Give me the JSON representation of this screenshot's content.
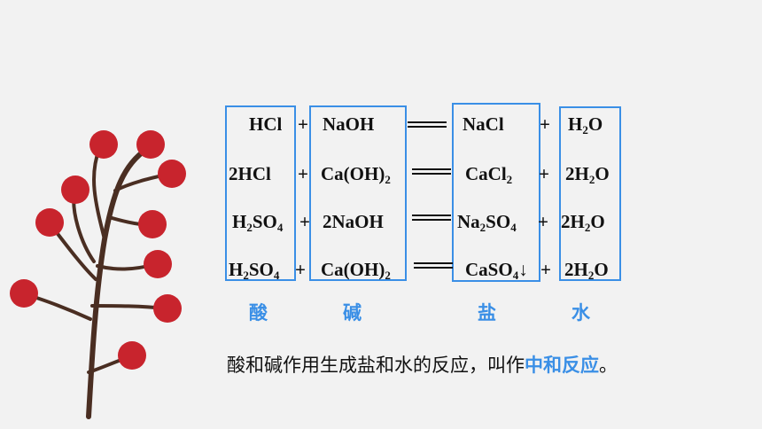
{
  "equations": [
    {
      "acid": "HCl",
      "plus1": "+",
      "base": "NaOH",
      "salt": "NaCl",
      "plus2": "+",
      "water": "H2O"
    },
    {
      "acid": "2HCl",
      "plus1": "+",
      "base": "Ca(OH)2",
      "salt": "CaCl2",
      "plus2": "+",
      "water": "2H2O"
    },
    {
      "acid": "H2SO4",
      "plus1": "+",
      "base": "2NaOH",
      "salt": "Na2SO4",
      "plus2": "+",
      "water": "2H2O"
    },
    {
      "acid": "H2SO4",
      "plus1": "+",
      "base": "Ca(OH)2",
      "salt": "CaSO4↓",
      "plus2": "+",
      "water": "2H2O"
    }
  ],
  "categories": {
    "acid": "酸",
    "base": "碱",
    "salt": "盐",
    "water": "水"
  },
  "description": {
    "main": "酸和碱作用生成盐和水的反应，叫作",
    "highlight": "中和反应",
    "end": "。"
  },
  "colors": {
    "accent": "#3a8fe6",
    "berry": "#c8242d",
    "branch": "#4a2e22"
  }
}
